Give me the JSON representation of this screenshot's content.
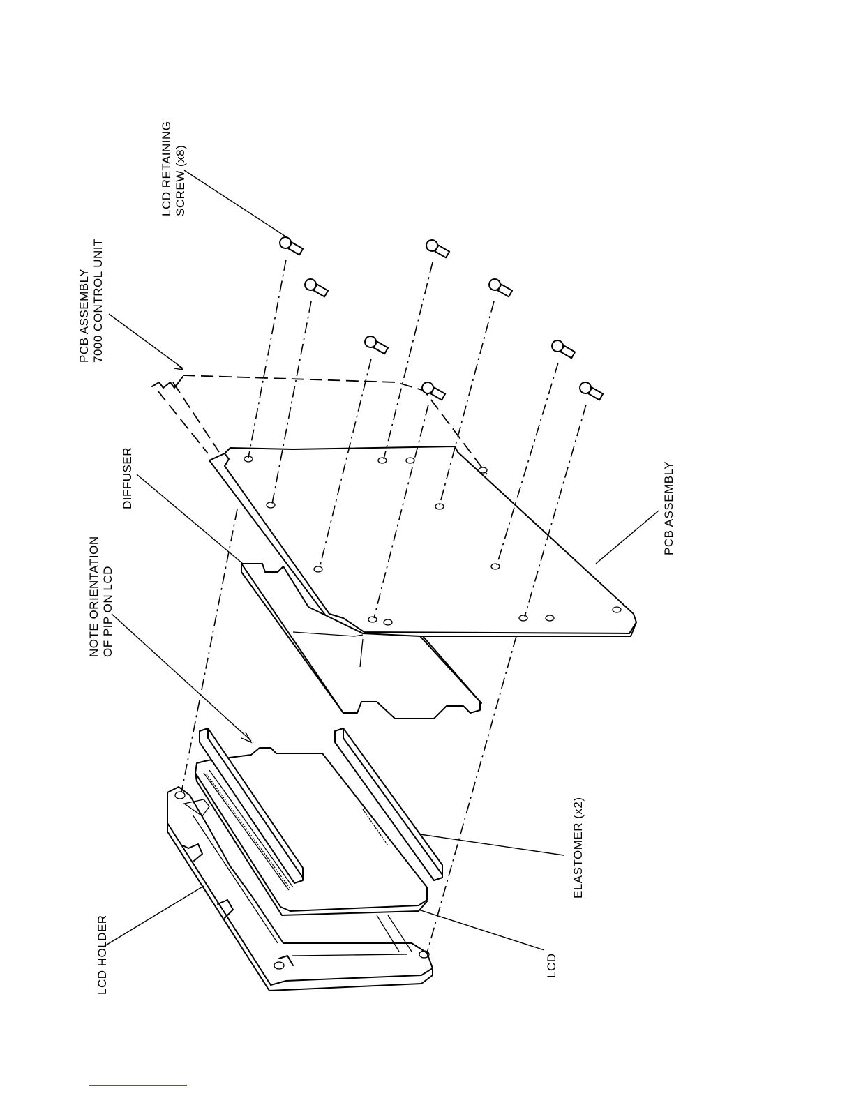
{
  "labels": {
    "lcd_retaining_screw_line1": "LCD RETAINING",
    "lcd_retaining_screw_line2": "SCREW (x8)",
    "pcb_control_unit_line1": "PCB ASSEMBLY",
    "pcb_control_unit_line2": "7000 CONTROL UNIT",
    "diffuser": "DIFFUSER",
    "note_pip_line1": "NOTE ORIENTATION",
    "note_pip_line2": "OF PIP ON LCD",
    "pcb_assembly": "PCB ASSEMBLY",
    "elastomer": "ELASTOMER (x2)",
    "lcd_holder": "LCD HOLDER",
    "lcd": "LCD"
  },
  "colors": {
    "ink": "#000000",
    "paper": "#ffffff"
  }
}
